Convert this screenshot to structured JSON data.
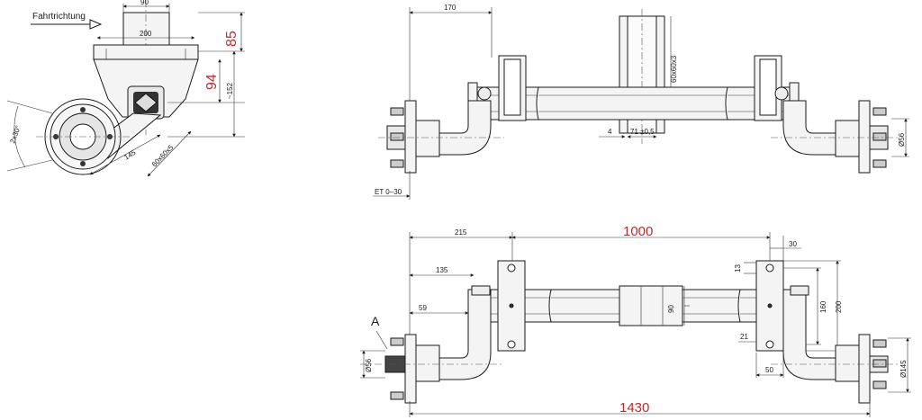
{
  "colors": {
    "line": "#1a1a1a",
    "accent_dimension": "#c0282d"
  },
  "side_view": {
    "direction_label": "Fahrtrichtung",
    "dims": {
      "d90": "90",
      "d200": "200",
      "d85": "85",
      "d94": "94",
      "d152": "~152",
      "d145": "145",
      "d60": "60x60x5",
      "angle": "2x30°"
    }
  },
  "front_view": {
    "dims": {
      "d170": "170",
      "d60x60": "60x60x3",
      "d4": "4",
      "d71": "71 ±0,5",
      "d56": "Ø56",
      "et": "ET 0–30"
    }
  },
  "top_view": {
    "label_a": "A",
    "dims": {
      "d215": "215",
      "d1000": "1000",
      "d30": "30",
      "d135": "135",
      "d13": "13",
      "d59": "59",
      "d90": "90",
      "d160": "160",
      "d200": "200",
      "d21": "21",
      "d50": "50",
      "d56": "Ø56",
      "d145": "Ø145",
      "d1430": "1430"
    }
  }
}
